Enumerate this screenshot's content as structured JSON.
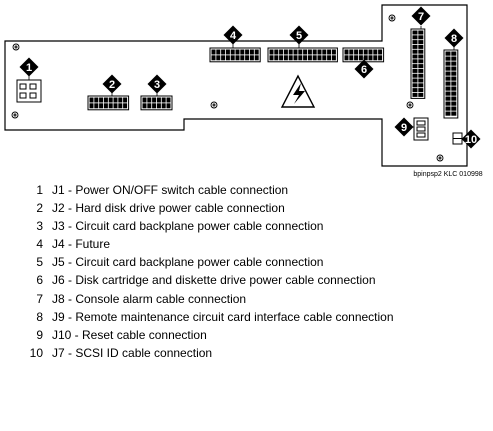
{
  "figure_id": "bpinpsp2 KLC 010998",
  "callouts": [
    "1",
    "2",
    "3",
    "4",
    "5",
    "6",
    "7",
    "8",
    "9",
    "10"
  ],
  "legend": [
    {
      "num": "1",
      "text": "J1 - Power ON/OFF switch cable connection"
    },
    {
      "num": "2",
      "text": "J2 - Hard disk drive power cable connection"
    },
    {
      "num": "3",
      "text": "J3 - Circuit card backplane power cable connection"
    },
    {
      "num": "4",
      "text": "J4 - Future"
    },
    {
      "num": "5",
      "text": "J5 - Circuit card backplane power cable connection"
    },
    {
      "num": "6",
      "text": "J6 - Disk cartridge and diskette drive power cable connection"
    },
    {
      "num": "7",
      "text": "J8 - Console alarm cable connection"
    },
    {
      "num": "8",
      "text": "J9 - Remote maintenance circuit card interface cable connection"
    },
    {
      "num": "9",
      "text": "J10 - Reset cable connection"
    },
    {
      "num": "10",
      "text": "J7 - SCSI ID cable connection"
    }
  ]
}
